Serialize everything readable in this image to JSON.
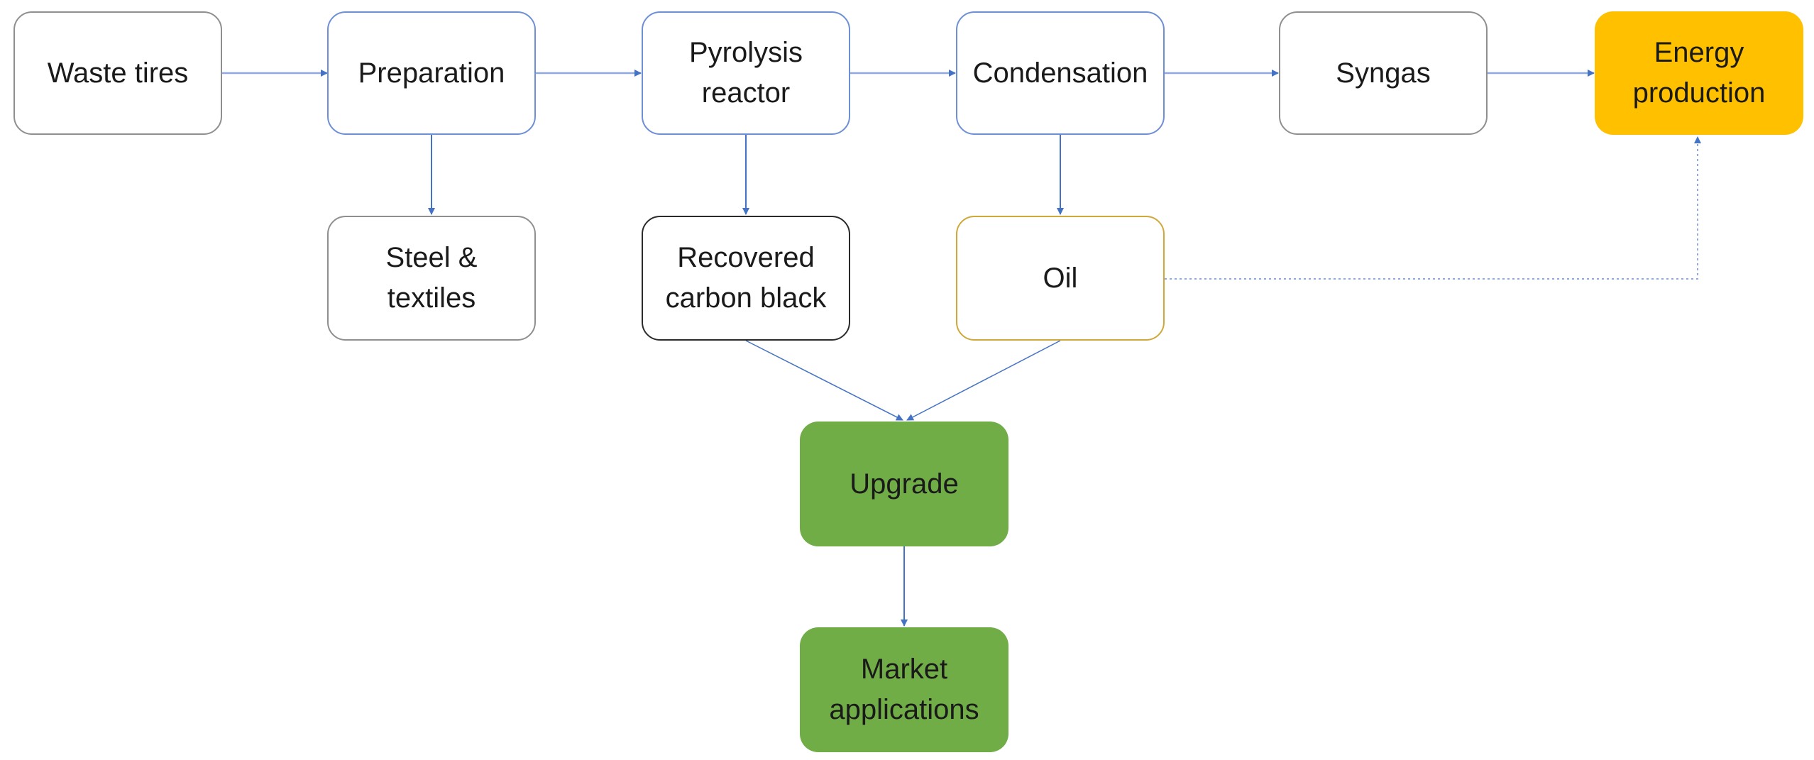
{
  "diagram": {
    "nodes": {
      "waste_tires": "Waste tires",
      "preparation": "Preparation",
      "pyrolysis_reactor": "Pyrolysis\nreactor",
      "condensation": "Condensation",
      "syngas": "Syngas",
      "energy_production": "Energy\nproduction",
      "steel_textiles": "Steel &\ntextiles",
      "recovered_carbon_black": "Recovered\ncarbon black",
      "oil": "Oil",
      "upgrade": "Upgrade",
      "market_applications": "Market\napplications"
    },
    "colors": {
      "arrow": "#4472c4",
      "node_border_default": "#8f8f8f",
      "node_border_process": "#6d8fd6",
      "node_border_carbon": "#2b2b2b",
      "node_border_oil": "#cfa83a",
      "energy_fill": "#ffc000",
      "upgrade_fill": "#70ad47"
    }
  }
}
